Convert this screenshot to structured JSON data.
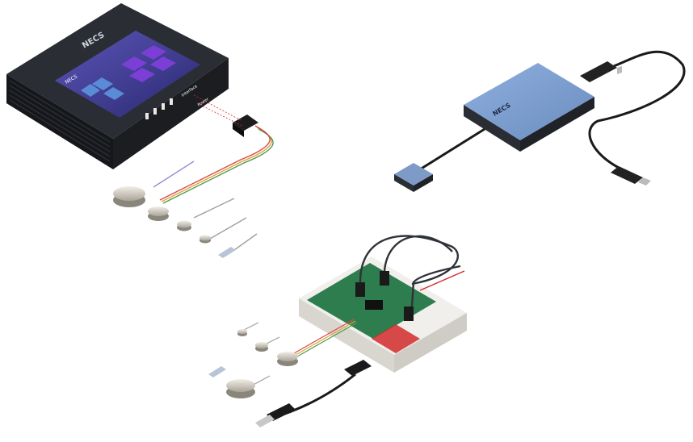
{
  "brand": "NECS",
  "touchscreen_device": {
    "screen_header": "NECS",
    "ports_label": "Interface",
    "power_label": "Power"
  },
  "usb_hub": {
    "logo_text": "NECS"
  },
  "colors": {
    "device_body": "#1e2126",
    "screen_bg": "#3f3a8c",
    "screen_tile": "#7b3fd6",
    "hub_top": "#7f9fcf",
    "hub_side": "#2a2d33",
    "pcb_green": "#2e7d4f",
    "enclosure": "#e9e7e3",
    "red_accent": "#d22b2b",
    "sensor_metal": "#c9c6bd"
  }
}
